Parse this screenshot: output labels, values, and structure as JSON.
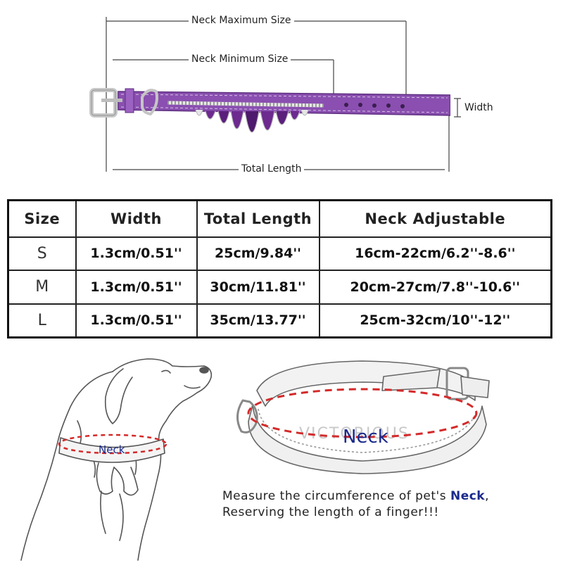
{
  "diagram": {
    "neck_max_label": "Neck Maximum Size",
    "neck_min_label": "Neck Minimum Size",
    "width_label": "Width",
    "total_length_label": "Total Length"
  },
  "table": {
    "headers": [
      "Size",
      "Width",
      "Total Length",
      "Neck Adjustable"
    ],
    "rows": [
      [
        "S",
        "1.3cm/0.51''",
        "25cm/9.84''",
        "16cm-22cm/6.2''-8.6''"
      ],
      [
        "M",
        "1.3cm/0.51''",
        "30cm/11.81''",
        "20cm-27cm/7.8''-10.6''"
      ],
      [
        "L",
        "1.3cm/0.51''",
        "35cm/13.77''",
        "25cm-32cm/10''-12''"
      ]
    ]
  },
  "illustration": {
    "dog_neck_label": "Neck",
    "collar_neck_label": "Neck",
    "collar_brand": "VICTORIOUS"
  },
  "instruction": {
    "line1_prefix": "Measure the circumference of pet's ",
    "line1_highlight": "Neck",
    "line1_suffix": ",",
    "line2": "Reserving the length of a finger!!!"
  },
  "colors": {
    "collar_purple": "#8a4fb0",
    "neck_marker_red": "#d42a2a",
    "neck_label_blue": "#1a2a8c"
  }
}
